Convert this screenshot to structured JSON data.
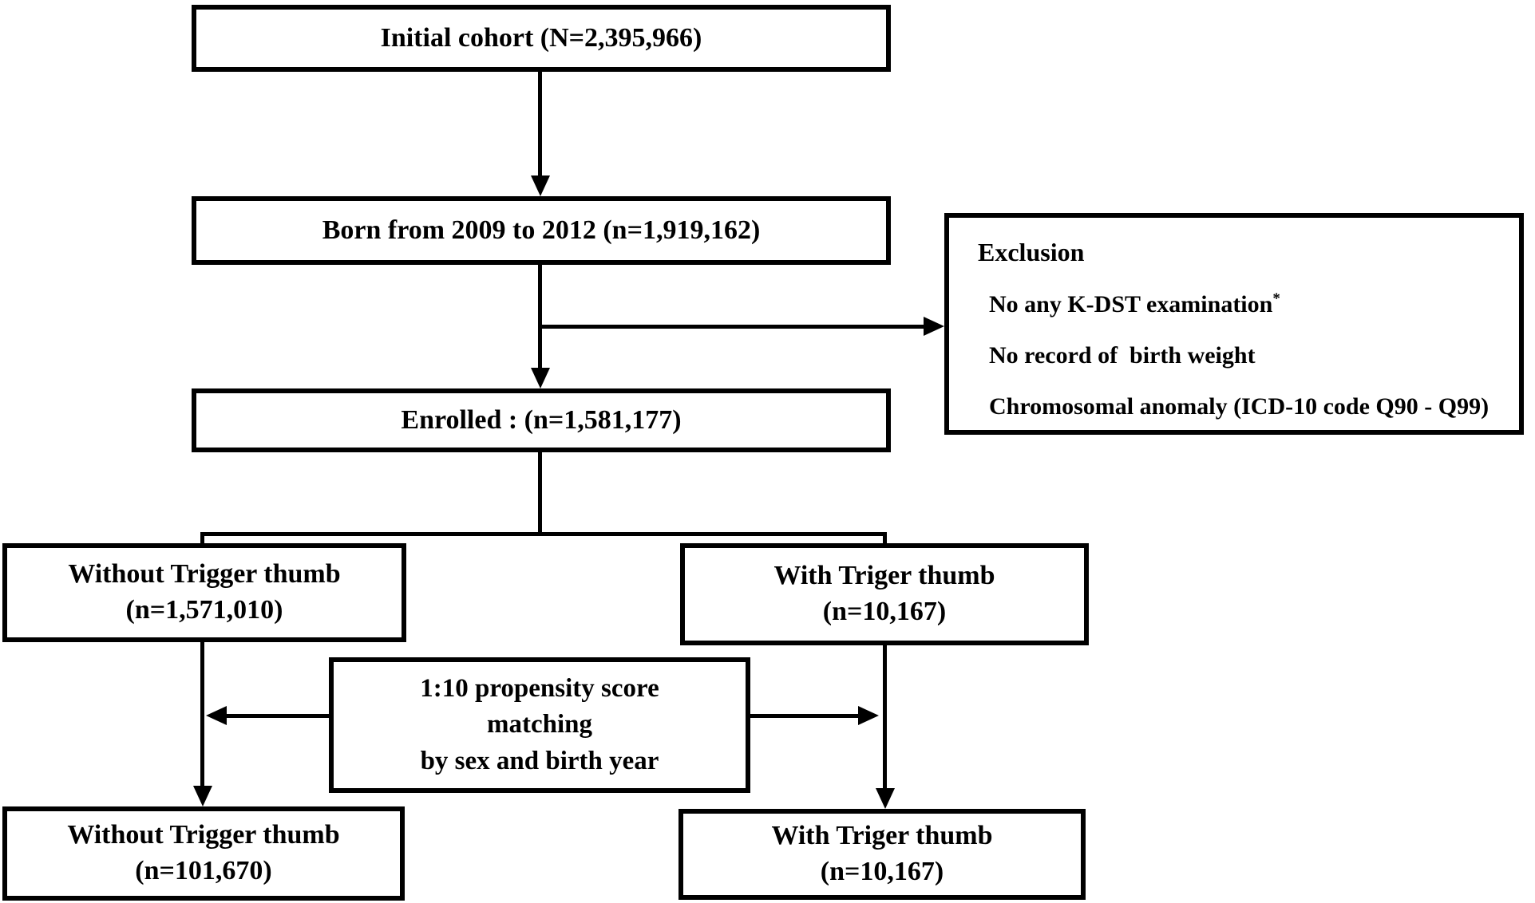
{
  "figure": {
    "background_color": "#ffffff",
    "line_color": "#000000"
  },
  "boxes": {
    "initial": {
      "label": "Initial cohort (N=2,395,966)"
    },
    "born": {
      "label": "Born from 2009 to 2012 (n=1,919,162)"
    },
    "enrolled": {
      "label": "Enrolled : (n=1,581,177)"
    },
    "exclusion": {
      "title": "Exclusion",
      "items": [
        {
          "text": "No any K-DST examination",
          "superscript": "*"
        },
        {
          "text": "No record of  birth weight",
          "superscript": ""
        },
        {
          "text": "Chromosomal anomaly (ICD-10 code Q90 - Q99)",
          "superscript": ""
        }
      ]
    },
    "without_trigger_unmatched": {
      "line1": "Without Trigger thumb",
      "line2": "(n=1,571,010)"
    },
    "with_trigger_unmatched": {
      "line1": "With Triger thumb",
      "line2": "(n=10,167)"
    },
    "matching": {
      "line1": "1:10 propensity score",
      "line2": "matching",
      "line3": "by sex and birth year"
    },
    "without_trigger_matched": {
      "line1": "Without Trigger thumb",
      "line2": "(n=101,670)"
    },
    "with_trigger_matched": {
      "line1": "With Triger thumb",
      "line2": "(n=10,167)"
    }
  }
}
